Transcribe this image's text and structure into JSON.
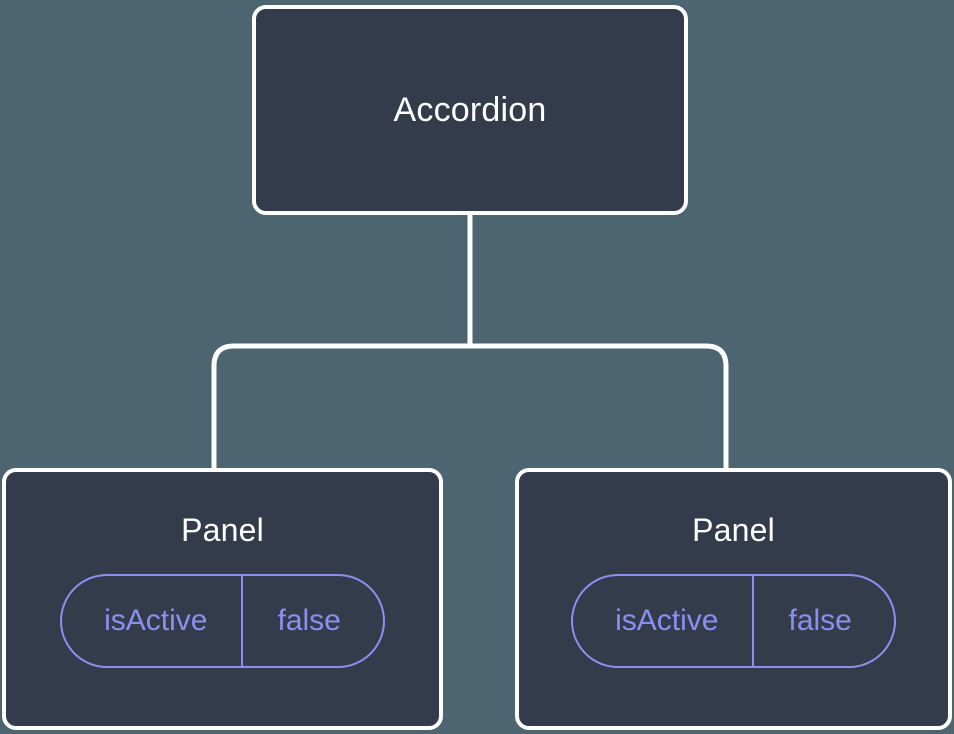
{
  "diagram": {
    "type": "component-tree",
    "background_color": "#4c6570",
    "node_fill_color": "#343c4b",
    "node_border_color": "#ffffff",
    "node_text_color": "#ffffff",
    "accent_color": "#8b90f0",
    "connector_color": "#ffffff",
    "root": {
      "label": "Accordion"
    },
    "children": [
      {
        "label": "Panel",
        "props": [
          {
            "key": "isActive",
            "value": "false"
          }
        ]
      },
      {
        "label": "Panel",
        "props": [
          {
            "key": "isActive",
            "value": "false"
          }
        ]
      }
    ]
  }
}
